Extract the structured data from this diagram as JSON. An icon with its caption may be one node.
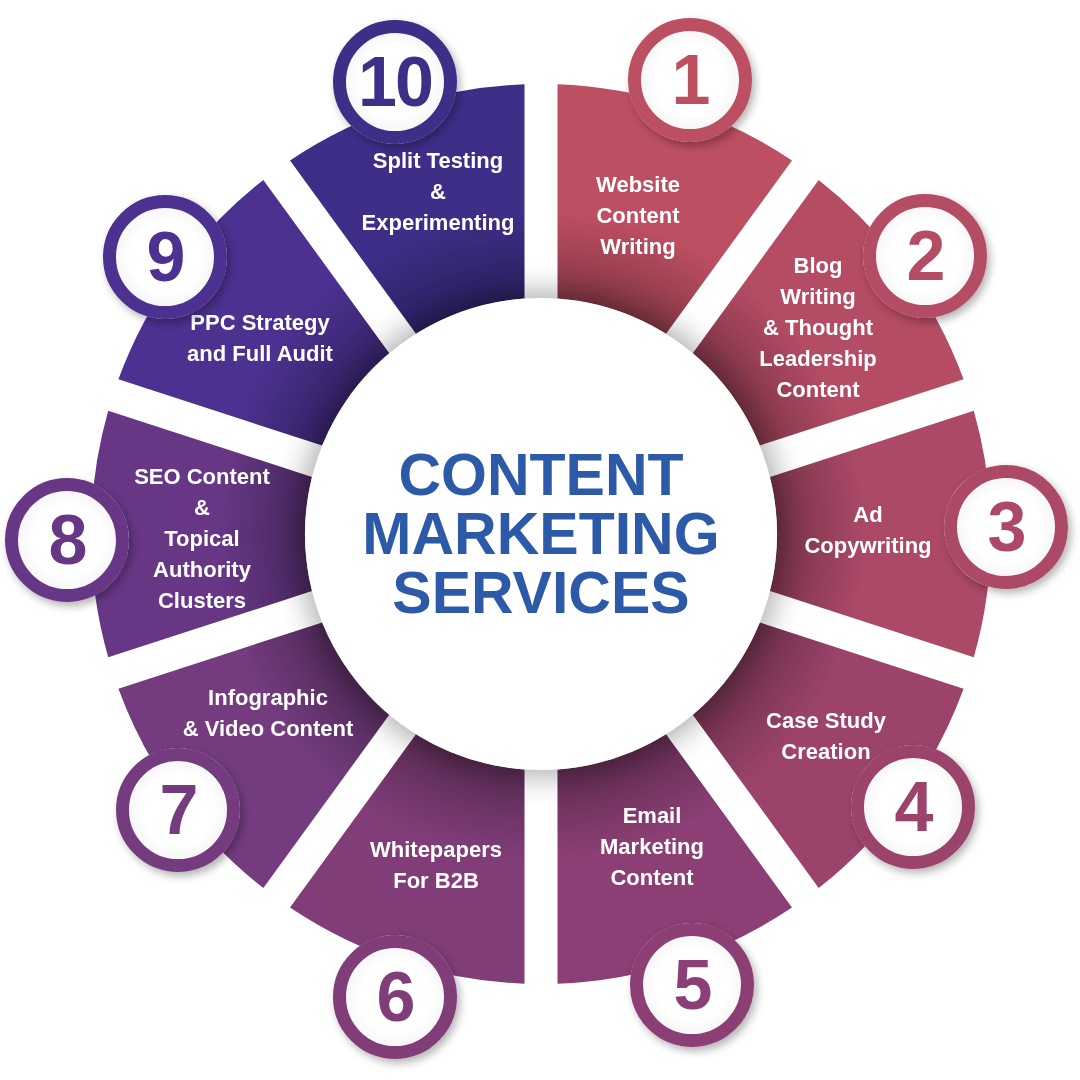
{
  "diagram": {
    "nodes": [
      {
        "text": [
          "CONTENT MARKETING SERVICES"
        ]
      },
      {
        "text": [
          "1"
        ]
      },
      {
        "text": [
          "Website Content Writing"
        ]
      },
      {
        "text": [
          "2"
        ]
      },
      {
        "text": [
          "Blog Writing & Thought Leadership Content"
        ]
      },
      {
        "text": [
          "3"
        ]
      },
      {
        "text": [
          "Ad Copywriting"
        ]
      },
      {
        "text": [
          "4"
        ]
      },
      {
        "text": [
          "Case Study Creation"
        ]
      },
      {
        "text": [
          "5"
        ]
      },
      {
        "text": [
          "Email Marketing Content"
        ]
      },
      {
        "text": [
          "6"
        ]
      },
      {
        "text": [
          "Whitepapers For B2B"
        ]
      },
      {
        "text": [
          "7"
        ]
      },
      {
        "text": [
          "Infographic & Video Content"
        ]
      },
      {
        "text": [
          "8"
        ]
      },
      {
        "text": [
          "SEO Content & Topical Authority Clusters"
        ]
      },
      {
        "text": [
          "9"
        ]
      },
      {
        "text": [
          "PPC Strategy and Full Audit"
        ]
      },
      {
        "text": [
          "10"
        ]
      },
      {
        "text": [
          "Split Testing & Experimenting"
        ]
      }
    ]
  }
}
